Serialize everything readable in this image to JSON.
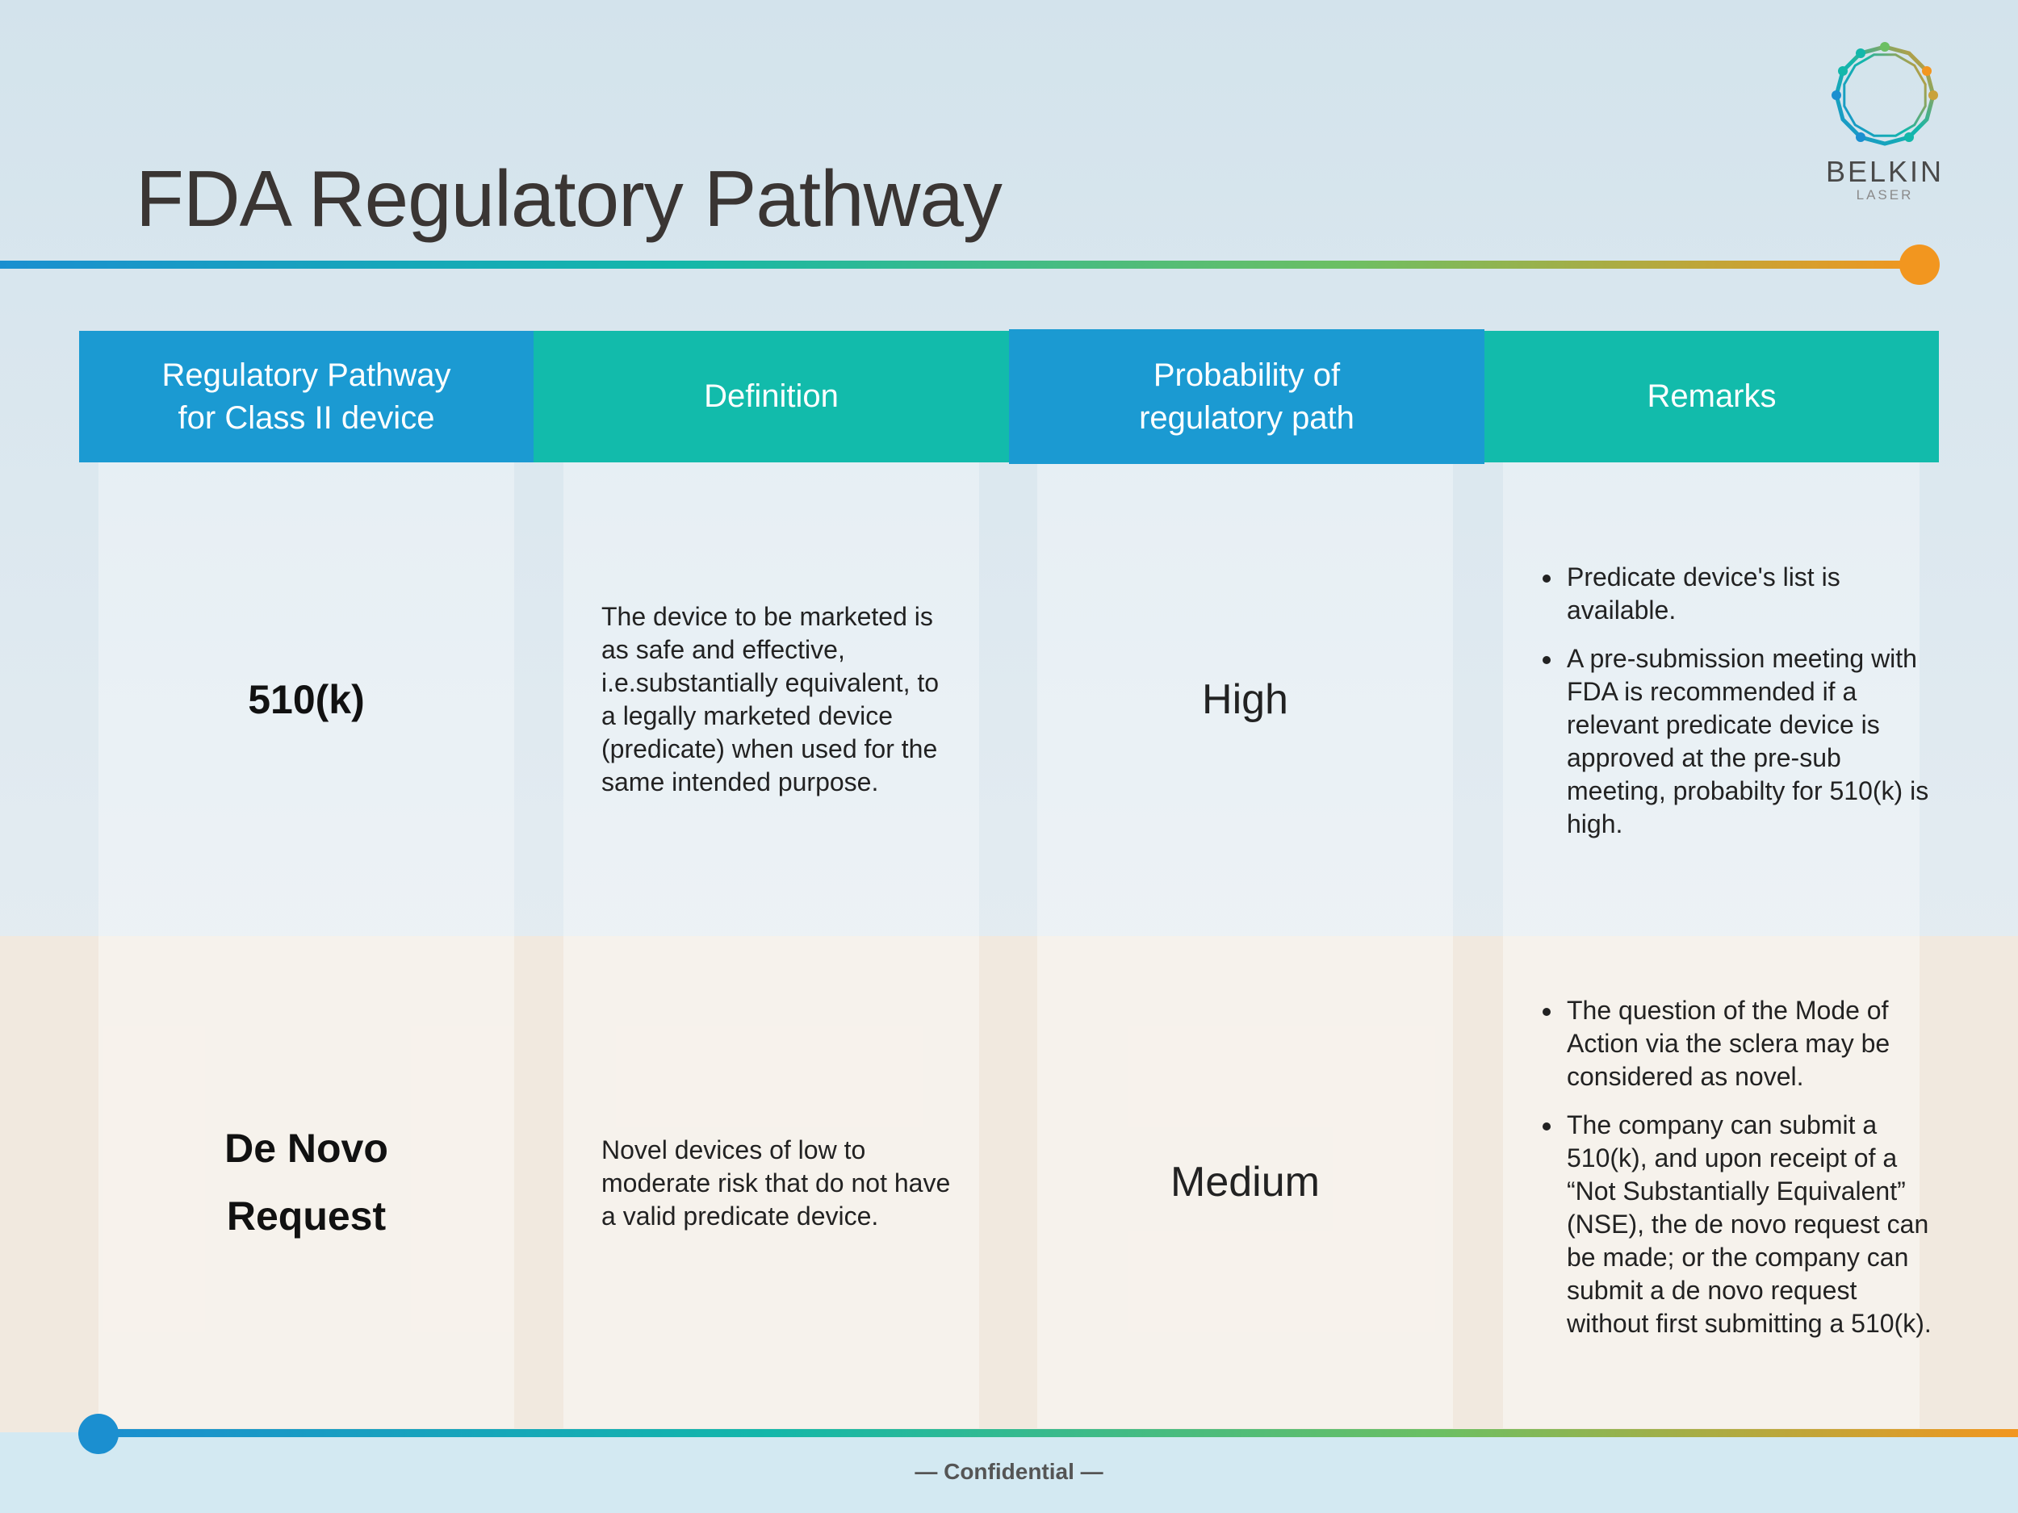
{
  "slide": {
    "title": "FDA Regulatory Pathway",
    "footer": "— Confidential —"
  },
  "logo": {
    "name": "BELKIN",
    "sub": "LASER",
    "icon": "ring-of-nodes-icon"
  },
  "colors": {
    "header_blue": "#1b9ad2",
    "header_teal": "#12bbab",
    "accent_orange": "#f2961f",
    "title_text": "#3a3533"
  },
  "table": {
    "headers": [
      "Regulatory Pathway for Class II device",
      "Definition",
      "Probability of regulatory path",
      "Remarks"
    ],
    "rows": [
      {
        "pathway": "510(k)",
        "definition": "The device to be marketed is as safe and effective, i.e.substantially equivalent, to a legally marketed device (predicate) when used for the same intended purpose.",
        "probability": "High",
        "remarks": [
          "Predicate device's list is available.",
          "A pre-submission meeting with FDA is recommended if a relevant predicate device is approved at the pre-sub meeting, probabilty for 510(k) is high."
        ]
      },
      {
        "pathway": "De Novo Request",
        "definition": "Novel devices of low to moderate risk that do not have a valid predicate device.",
        "probability": "Medium",
        "remarks": [
          "The question of the Mode of Action via the sclera may be considered as novel.",
          "The company can submit a 510(k), and upon receipt of a “Not Substantially Equivalent” (NSE), the de novo request can be made; or the company can submit a de novo request without first submitting a 510(k)."
        ]
      }
    ]
  }
}
